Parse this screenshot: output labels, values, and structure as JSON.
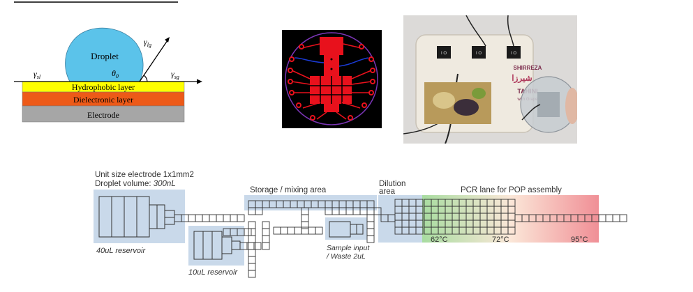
{
  "contact_angle_panel": {
    "droplet_label": "Droplet",
    "theta_label": "θ",
    "theta_sub": "0",
    "gamma_sl": "γ",
    "gamma_sl_sub": "sl",
    "gamma_lg": "γ",
    "gamma_lg_sub": "lg",
    "gamma_sg": "γ",
    "gamma_sg_sub": "sg",
    "layers": [
      {
        "label": "Hydrophobic layer",
        "color": "#ffff00"
      },
      {
        "label": "Dielectronic layer",
        "color": "#ed5a18"
      },
      {
        "label": "Electrode",
        "color": "#a6a6a6"
      }
    ],
    "droplet_color": "#5bc3ea"
  },
  "pcb_panel": {
    "background": "#000000",
    "copper_color": "#e8111c",
    "outline_color": "#7a35b5",
    "trace_blue": "#1b3bd6"
  },
  "photo_panel": {
    "package_brand": "SHIRREZA",
    "package_line": "TAHINI",
    "package_sub": "with Grape",
    "arabic_text": "شیرزا",
    "switch_label": "I O"
  },
  "layout_diagram": {
    "title_line1": "Unit size electrode 1x1mm2",
    "title_line2_prefix": "Droplet volume: ",
    "title_line2_value": "300nL",
    "storage_label": "Storage / mixing area",
    "dilution_label_1": "Dilution",
    "dilution_label_2": "area",
    "pcr_label": "PCR lane for POP assembly",
    "reservoir_40": "40uL reservoir",
    "reservoir_10": "10uL reservoir",
    "sample_line1": "Sample input",
    "sample_line2": "/ Waste 2uL",
    "temp_1": "62°C",
    "temp_2": "72°C",
    "temp_3": "95°C",
    "zone_fill": "#c9d9ea",
    "pcr_gradient_start": "#a8dca0",
    "pcr_gradient_end": "#f08f96"
  }
}
